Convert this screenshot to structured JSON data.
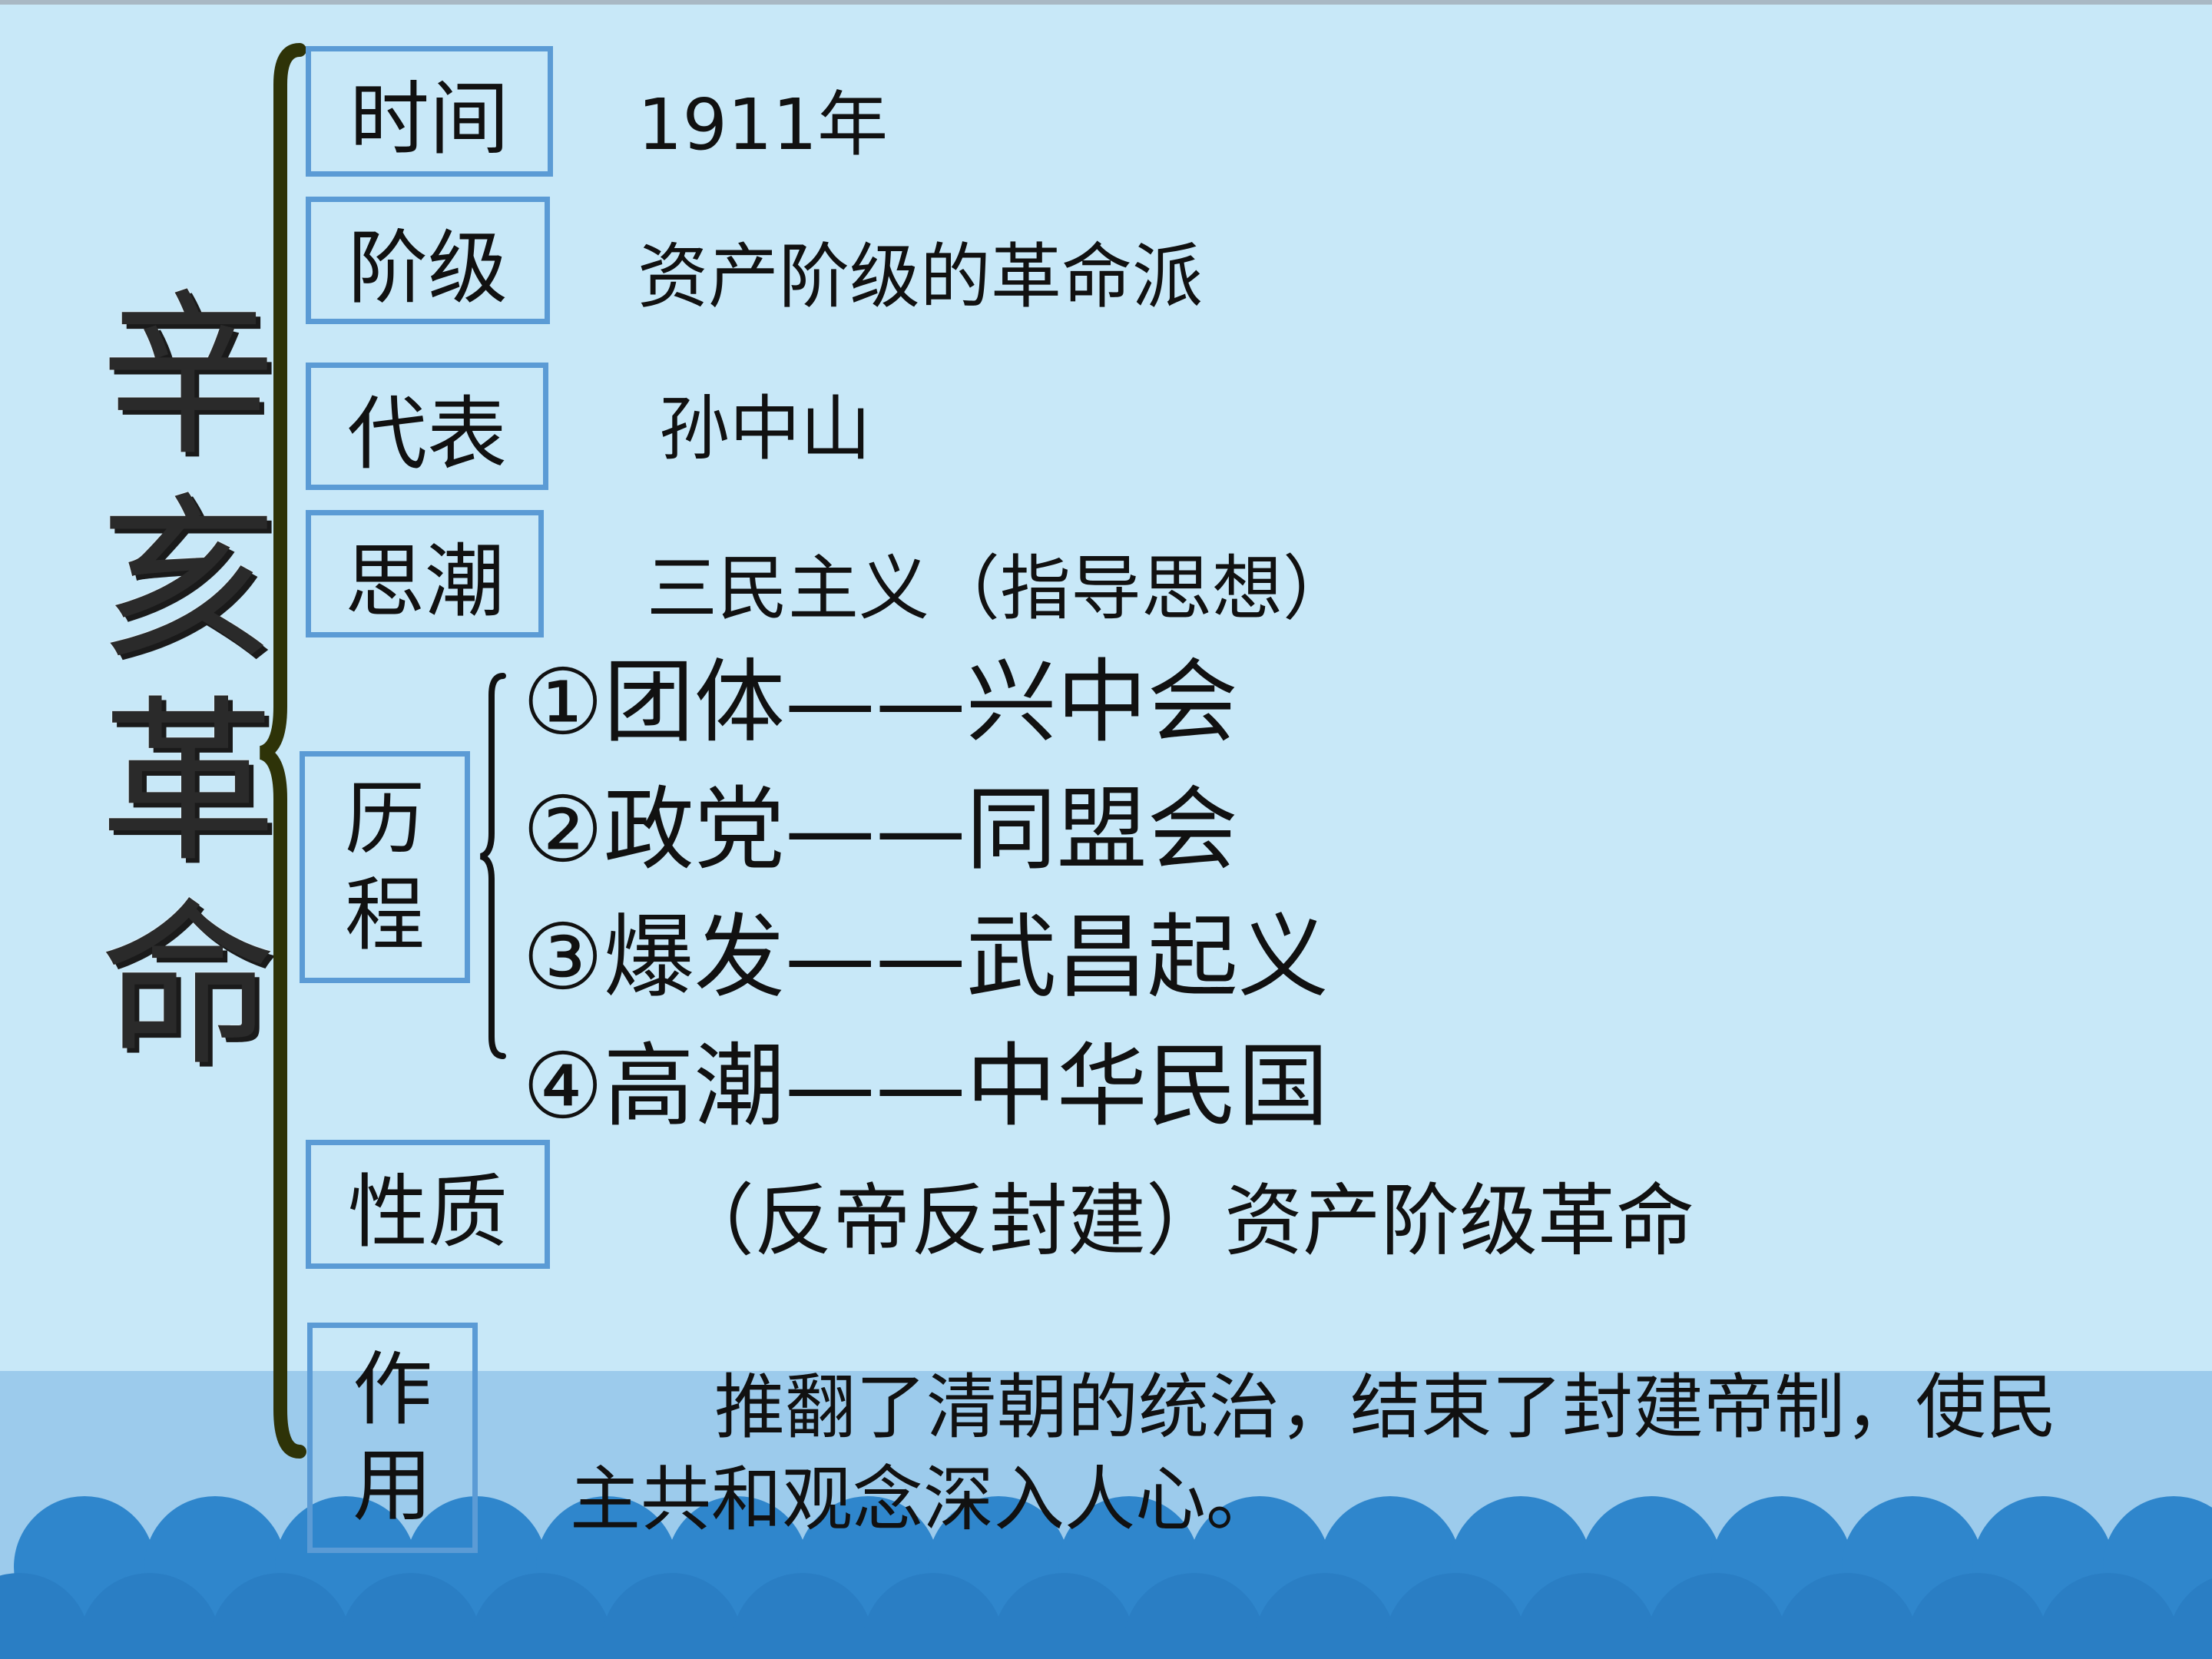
{
  "title": [
    "辛",
    "亥",
    "革",
    "命"
  ],
  "rows": {
    "time": {
      "label": "时间",
      "value": "1911年"
    },
    "class": {
      "label": "阶级",
      "value": "资产阶级的革命派"
    },
    "rep": {
      "label": "代表",
      "value": "孙中山"
    },
    "thought": {
      "label": "思潮",
      "value": "三民主义（指导思想）"
    },
    "process": {
      "label": [
        "历",
        "程"
      ],
      "items": [
        "①团体——兴中会",
        "②政党——同盟会",
        "③爆发——武昌起义",
        "④高潮——中华民国"
      ]
    },
    "nature": {
      "label": "性质",
      "value": "（反帝反封建）资产阶级革命"
    },
    "effect": {
      "label": [
        "作",
        "用"
      ],
      "lines": [
        "推翻了清朝的统治，结束了封建帝制，使民",
        "主共和观念深入人心。"
      ]
    }
  },
  "colors": {
    "background": "#c8e8f8",
    "box_border": "#5b9bd5",
    "brace": "#2e3308",
    "wave": "#2f86cc"
  }
}
